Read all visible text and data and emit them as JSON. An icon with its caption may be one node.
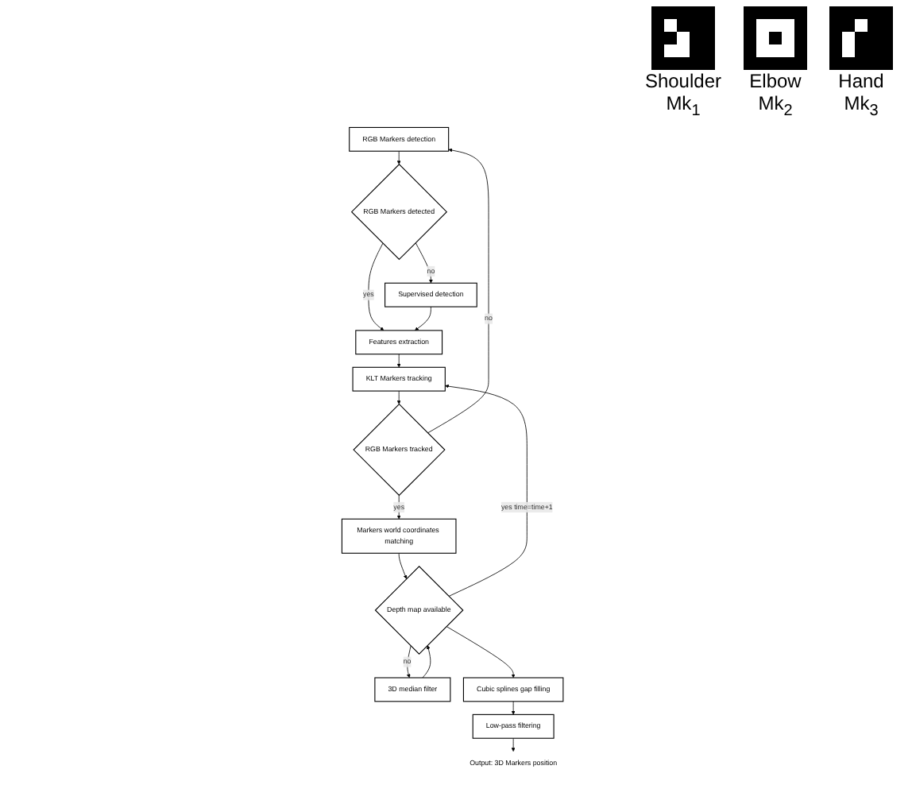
{
  "diagram": {
    "nodes": [
      {
        "text": [
          "RGB Markers detection"
        ]
      },
      {
        "text": [
          "RGB Markers detected"
        ]
      },
      {
        "text": [
          "Supervised detection"
        ]
      },
      {
        "text": [
          "Features extraction"
        ]
      },
      {
        "text": [
          "KLT Markers tracking"
        ]
      },
      {
        "text": [
          "RGB Markers tracked"
        ]
      },
      {
        "text": [
          "Markers world coordinates matching"
        ]
      },
      {
        "text": [
          "Depth map available"
        ]
      },
      {
        "text": [
          "3D median filter"
        ]
      },
      {
        "text": [
          "Cubic splines gap filling"
        ]
      },
      {
        "text": [
          "Low-pass filtering"
        ]
      },
      {
        "text": [
          "Output: 3D Markers position"
        ]
      }
    ],
    "edges": [
      {
        "from": 0,
        "to": 1,
        "arrow": "to"
      },
      {
        "from": 1,
        "to": 2,
        "arrow": "to",
        "label": "no"
      },
      {
        "from": 1,
        "to": 3,
        "arrow": "to",
        "label": "yes"
      },
      {
        "from": 2,
        "to": 3,
        "arrow": "to"
      },
      {
        "from": 3,
        "to": 4,
        "arrow": "to"
      },
      {
        "from": 4,
        "to": 5,
        "arrow": "to"
      },
      {
        "from": 5,
        "to": 0,
        "arrow": "to",
        "label": "no"
      },
      {
        "from": 5,
        "to": 6,
        "arrow": "to",
        "label": "yes"
      },
      {
        "from": 6,
        "to": 7,
        "arrow": "to"
      },
      {
        "from": 7,
        "to": 4,
        "arrow": "to",
        "label": "yes time=time+1"
      },
      {
        "from": 7,
        "to": 8,
        "arrow": "to",
        "label": "no"
      },
      {
        "from": 8,
        "to": 7,
        "arrow": "to"
      },
      {
        "from": 7,
        "to": 9,
        "arrow": "to"
      },
      {
        "from": 9,
        "to": 10,
        "arrow": "to"
      },
      {
        "from": 10,
        "to": 11,
        "arrow": "to"
      }
    ],
    "labels": [
      "Shoulder",
      "Mk$_{1}$",
      "Elbow",
      "Mk$_{2}$",
      "Hand",
      "Mk$_{3}$"
    ]
  }
}
